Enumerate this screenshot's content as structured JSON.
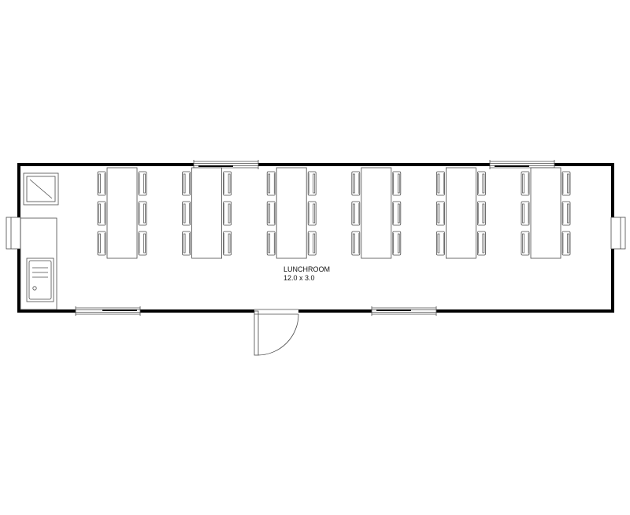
{
  "room": {
    "name": "LUNCHROOM",
    "dimensions": "12.0 x 3.0"
  },
  "colors": {
    "wall": "#000000",
    "furniture_stroke": "#4a4a4a",
    "fill": "#ffffff"
  },
  "furniture": {
    "table_count": 6,
    "chairs_per_side": 3
  }
}
